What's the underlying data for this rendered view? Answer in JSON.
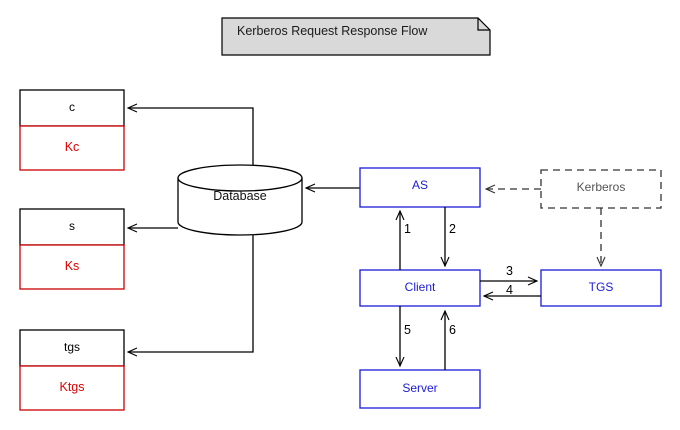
{
  "diagram": {
    "title_note": "Kerberos Request Response Flow",
    "entities": [
      {
        "name": "c",
        "key": "Kc"
      },
      {
        "name": "s",
        "key": "Ks"
      },
      {
        "name": "tgs",
        "key": "Ktgs"
      }
    ],
    "datastore": {
      "label": "Database",
      "shape": "cylinder"
    },
    "components": [
      {
        "id": "as",
        "label": "AS"
      },
      {
        "id": "client",
        "label": "Client"
      },
      {
        "id": "tgs",
        "label": "TGS"
      },
      {
        "id": "server",
        "label": "Server"
      }
    ],
    "boundary": {
      "label": "Kerberos",
      "style": "dashed"
    },
    "flows": [
      {
        "number": "1",
        "from": "Client",
        "to": "AS",
        "direction": "up"
      },
      {
        "number": "2",
        "from": "AS",
        "to": "Client",
        "direction": "down"
      },
      {
        "number": "3",
        "from": "Client",
        "to": "TGS",
        "direction": "right"
      },
      {
        "number": "4",
        "from": "TGS",
        "to": "Client",
        "direction": "left"
      },
      {
        "number": "5",
        "from": "Client",
        "to": "Server",
        "direction": "down"
      },
      {
        "number": "6",
        "from": "Server",
        "to": "Client",
        "direction": "up"
      }
    ],
    "colors": {
      "component_blue": "#1b1bd8",
      "key_red": "#e00000",
      "line_black": "#000000",
      "note_fill": "#d9d9d9",
      "boundary_gray": "#555555"
    }
  }
}
